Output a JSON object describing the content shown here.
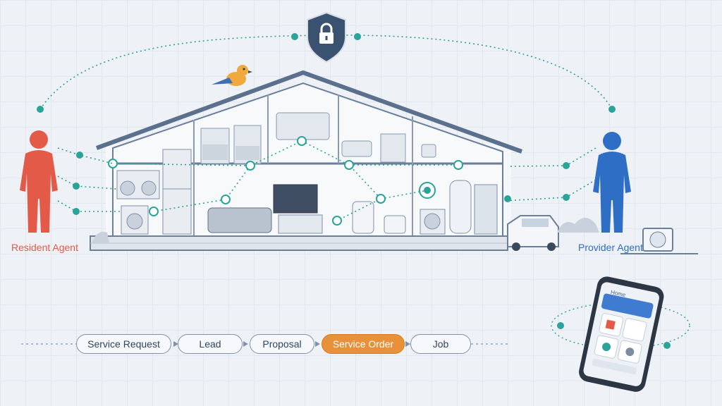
{
  "agents": {
    "resident": {
      "label": "Resident Agent",
      "color": "#e45a48"
    },
    "provider": {
      "label": "Provider Agent",
      "color": "#2f6ec5"
    }
  },
  "pipeline": {
    "stages": [
      "Service Request",
      "Lead",
      "Proposal",
      "Service Order",
      "Job"
    ],
    "active_stage": "Service Order",
    "active_color": "#e8913a"
  },
  "phone": {
    "screen_title": "Home"
  },
  "security": {
    "icon": "shield-lock-icon"
  },
  "colors": {
    "connector": "#2aa39a",
    "outline": "#4d6480"
  }
}
